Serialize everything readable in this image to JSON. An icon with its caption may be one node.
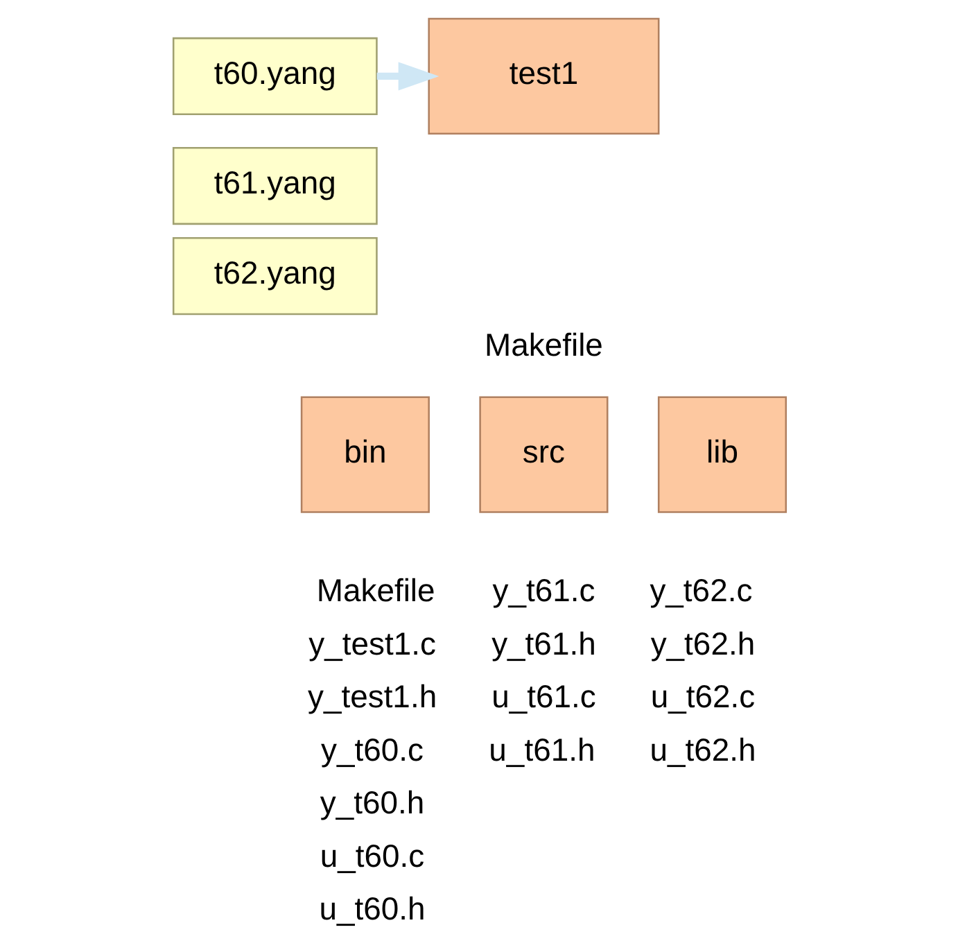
{
  "diagram": {
    "nodes": [
      {
        "text": [
          "t60.yang"
        ]
      },
      {
        "text": [
          "t61.yang"
        ]
      },
      {
        "text": [
          "t62.yang"
        ]
      },
      {
        "text": [
          "test1"
        ]
      },
      {
        "text": [
          "bin"
        ]
      },
      {
        "text": [
          "src"
        ]
      },
      {
        "text": [
          "lib"
        ]
      }
    ],
    "edges": [
      {
        "from": 0,
        "to": 3,
        "arrow": "to",
        "color": "#cfe7f5"
      }
    ],
    "labels": [
      "Makefile",
      "Makefile",
      "y_test1.c",
      "y_test1.h",
      "y_t60.c",
      "y_t60.h",
      "u_t60.c",
      "u_t60.h",
      "y_t61.c",
      "y_t61.h",
      "u_t61.c",
      "u_t61.h",
      "y_t62.c",
      "y_t62.h",
      "u_t62.c",
      "u_t62.h"
    ]
  }
}
